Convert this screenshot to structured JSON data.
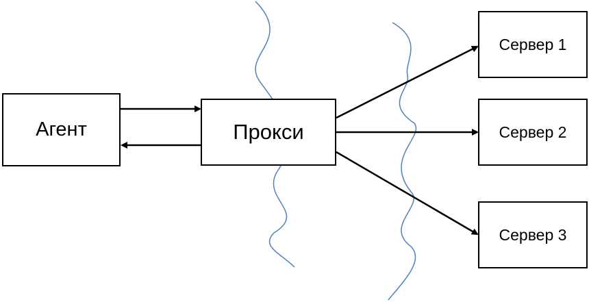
{
  "colors": {
    "stroke": "#000000",
    "wave": "#4f81bd",
    "background": "#ffffff"
  },
  "nodes": {
    "agent": "Агент",
    "proxy": "Прокси",
    "server1": "Сервер 1",
    "server2": "Сервер 2",
    "server3": "Сервер 3"
  }
}
